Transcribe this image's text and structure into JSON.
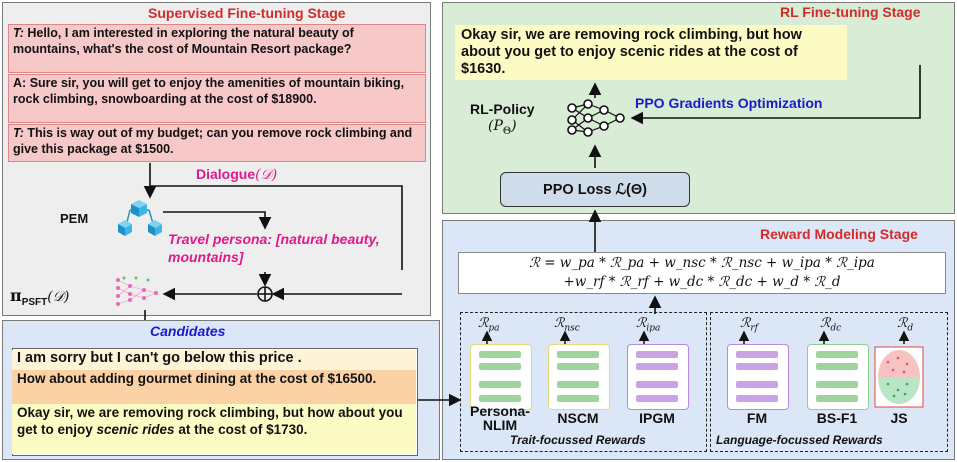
{
  "sft": {
    "title": "Supervised Fine-tuning Stage",
    "turn1_prefix": "T:",
    "turn1_text": "Hello, I am interested in exploring the natural beauty of mountains, what's the cost of Mountain Resort package?",
    "turn2_prefix": "A:",
    "turn2_text": "Sure sir, you will get to enjoy the amenities of mountain biking, rock climbing, snowboarding at the cost of $18900.",
    "turn3_prefix": "T:",
    "turn3_text": "This is way out of my budget; can you remove rock climbing and give this package at $1500.",
    "dialogue_label": "Dialogue",
    "dialogue_symbol": "(𝒟)",
    "pem_label": "PEM",
    "persona_label": "Travel persona: [natural beauty, mountains]",
    "policy_label": "π",
    "policy_sub": "PSFT",
    "policy_arg": "(𝒟)"
  },
  "candidates": {
    "title": "Candidates",
    "c1": "I am sorry but I can't go below this  price .",
    "c2": "How about adding gourmet dining at the cost of $16500.",
    "c3_a": "Okay sir, we are removing rock climbing, but how about you get to enjoy ",
    "c3_em": "scenic rides",
    "c3_b": " at the cost of $1730.",
    "colors": {
      "c1": "#fdf3d6",
      "c2": "#fbd1a6",
      "c3": "#fdfbc4"
    }
  },
  "rl": {
    "title": "RL Fine-tuning Stage",
    "response": "Okay sir, we are removing rock climbing, but how about you get to enjoy scenic rides at the cost of $1630.",
    "policy_label": "RL-Policy",
    "policy_symbol": "(P",
    "policy_sub": "Θ",
    "policy_close": ")",
    "ppo_opt": "PPO Gradients Optimization",
    "ppo_loss": "PPO Loss ℒ(Θ)"
  },
  "reward": {
    "title": "Reward Modeling Stage",
    "formula_line1": "ℛ = w_pa * ℛ_pa + w_nsc * ℛ_nsc + w_ipa * ℛ_ipa",
    "formula_line2": "+w_rf * ℛ_rf + w_dc * ℛ_dc + w_d * ℛ_d",
    "trait_label": "Trait-focussed Rewards",
    "language_label": "Language-focussed Rewards",
    "models": [
      {
        "symbol": "ℛ",
        "sub": "pa",
        "name1": "Persona-",
        "name2": "NLIM"
      },
      {
        "symbol": "ℛ",
        "sub": "nsc",
        "name1": "NSCM",
        "name2": ""
      },
      {
        "symbol": "ℛ",
        "sub": "ipa",
        "name1": "IPGM",
        "name2": ""
      },
      {
        "symbol": "ℛ",
        "sub": "rf",
        "name1": "FM",
        "name2": ""
      },
      {
        "symbol": "ℛ",
        "sub": "dc",
        "name1": "BS-F1",
        "name2": ""
      },
      {
        "symbol": "ℛ",
        "sub": "d",
        "name1": "JS",
        "name2": ""
      }
    ],
    "colors": {
      "green": "#9fd49f",
      "purple": "#c9a3e6",
      "border_green": "#8fcf8f",
      "border_purple": "#b38be0"
    }
  },
  "colors": {
    "sft_bg": "#eeeeee",
    "rl_bg": "#d8ecd6",
    "reward_bg": "#dbe7f6",
    "cand_bg": "#dbe7f6",
    "dialogue_box": "#f7c8c8",
    "title_red": "#d32a2a",
    "pink": "#e0198c",
    "blue": "#1a1acc"
  }
}
